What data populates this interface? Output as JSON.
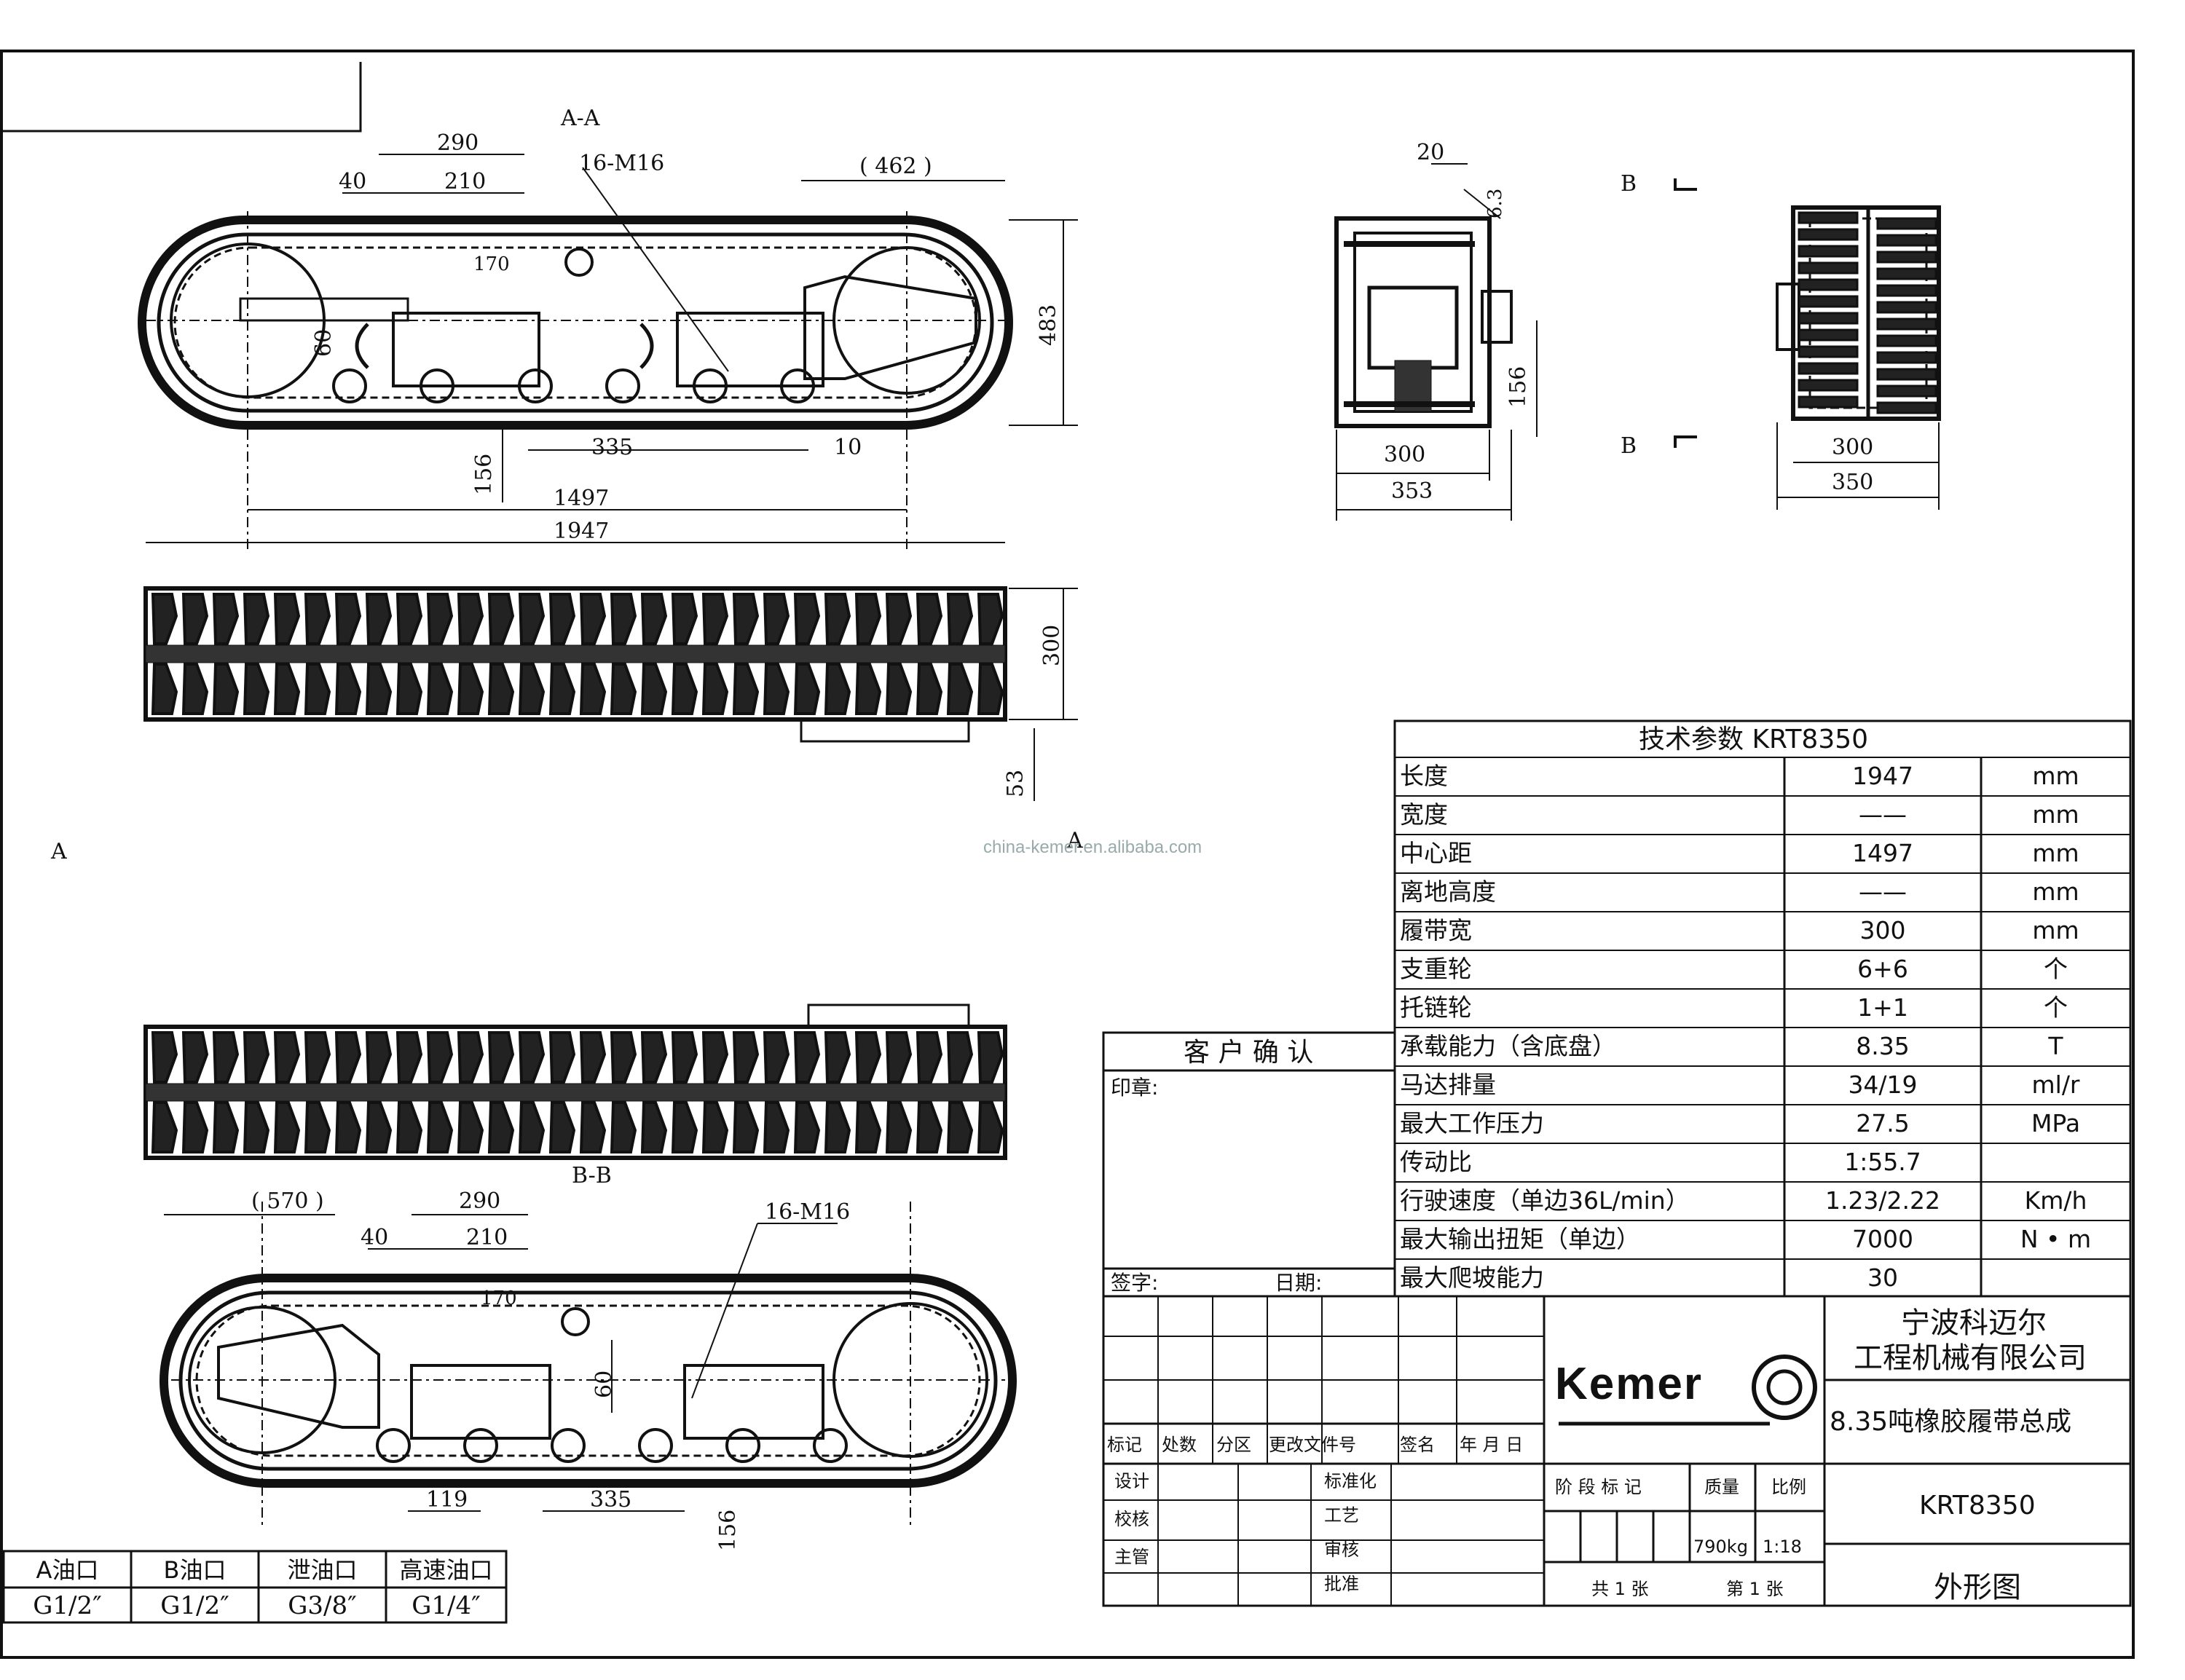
{
  "view_labels": {
    "section_a": "A-A",
    "section_b": "B-B",
    "marker_a": "A",
    "marker_b": "B"
  },
  "dims_top": {
    "d290": "290",
    "d40": "40",
    "d210": "210",
    "d170": "170",
    "bolts": "16-M16",
    "d462": "( 462 )",
    "d60": "60",
    "d483": "483",
    "d156": "156",
    "d335": "335",
    "d10": "10",
    "d1497": "1497",
    "d1947": "1947"
  },
  "dims_track": {
    "d300": "300",
    "d53": "53"
  },
  "dims_side": {
    "d20": "20",
    "d63": "6.3",
    "d156": "156",
    "d300": "300",
    "d353": "353"
  },
  "dims_end": {
    "d300": "300",
    "d350": "350"
  },
  "dims_bottom": {
    "d570": "( 570 )",
    "d290": "290",
    "d40": "40",
    "d210": "210",
    "d170": "170",
    "bolts": "16-M16",
    "d60": "60",
    "d119": "119",
    "d335": "335",
    "d156": "156"
  },
  "watermark": "china-kemer.en.alibaba.com",
  "spec_table": {
    "title": "技术参数  KRT8350",
    "rows": [
      {
        "name": "长度",
        "value": "1947",
        "unit": "mm"
      },
      {
        "name": "宽度",
        "value": "——",
        "unit": "mm"
      },
      {
        "name": "中心距",
        "value": "1497",
        "unit": "mm"
      },
      {
        "name": "离地高度",
        "value": "——",
        "unit": "mm"
      },
      {
        "name": "履带宽",
        "value": "300",
        "unit": "mm"
      },
      {
        "name": "支重轮",
        "value": "6+6",
        "unit": "个"
      },
      {
        "name": "托链轮",
        "value": "1+1",
        "unit": "个"
      },
      {
        "name": "承载能力（含底盘）",
        "value": "8.35",
        "unit": "T"
      },
      {
        "name": "马达排量",
        "value": "34/19",
        "unit": "ml/r"
      },
      {
        "name": "最大工作压力",
        "value": "27.5",
        "unit": "MPa"
      },
      {
        "name": "传动比",
        "value": "1:55.7",
        "unit": ""
      },
      {
        "name": "行驶速度（单边36L/min）",
        "value": "1.23/2.22",
        "unit": "Km/h"
      },
      {
        "name": "最大输出扭矩（单边）",
        "value": "7000",
        "unit": "N • m"
      },
      {
        "name": "最大爬坡能力",
        "value": "30",
        "unit": ""
      }
    ]
  },
  "customer_box": {
    "title": "客 户 确 认",
    "stamp": "印章:",
    "sign": "签字:",
    "date": "日期:"
  },
  "title_block": {
    "company_line1": "宁波科迈尔",
    "company_line2": "工程机械有限公司",
    "logo_text": "Kemer",
    "product": "8.35吨橡胶履带总成",
    "model": "KRT8350",
    "drawing_name": "外形图",
    "rev_headers": [
      "标记",
      "处数",
      "分区",
      "更改文件号",
      "签名",
      "年 月 日"
    ],
    "approvals_left": [
      "设计",
      "校核",
      "主管"
    ],
    "approvals_right": [
      "标准化",
      "工艺",
      "审核",
      "批准"
    ],
    "stage_label": "阶 段 标 记",
    "weight_label": "质量",
    "scale_label": "比例",
    "weight": "790kg",
    "scale": "1:18",
    "sheets_total": "共 1 张",
    "sheet_no": "第 1 张"
  },
  "ports_table": {
    "headers": [
      "A油口",
      "B油口",
      "泄油口",
      "高速油口"
    ],
    "values": [
      "G1/2″",
      "G1/2″",
      "G3/8″",
      "G1/4″"
    ]
  }
}
